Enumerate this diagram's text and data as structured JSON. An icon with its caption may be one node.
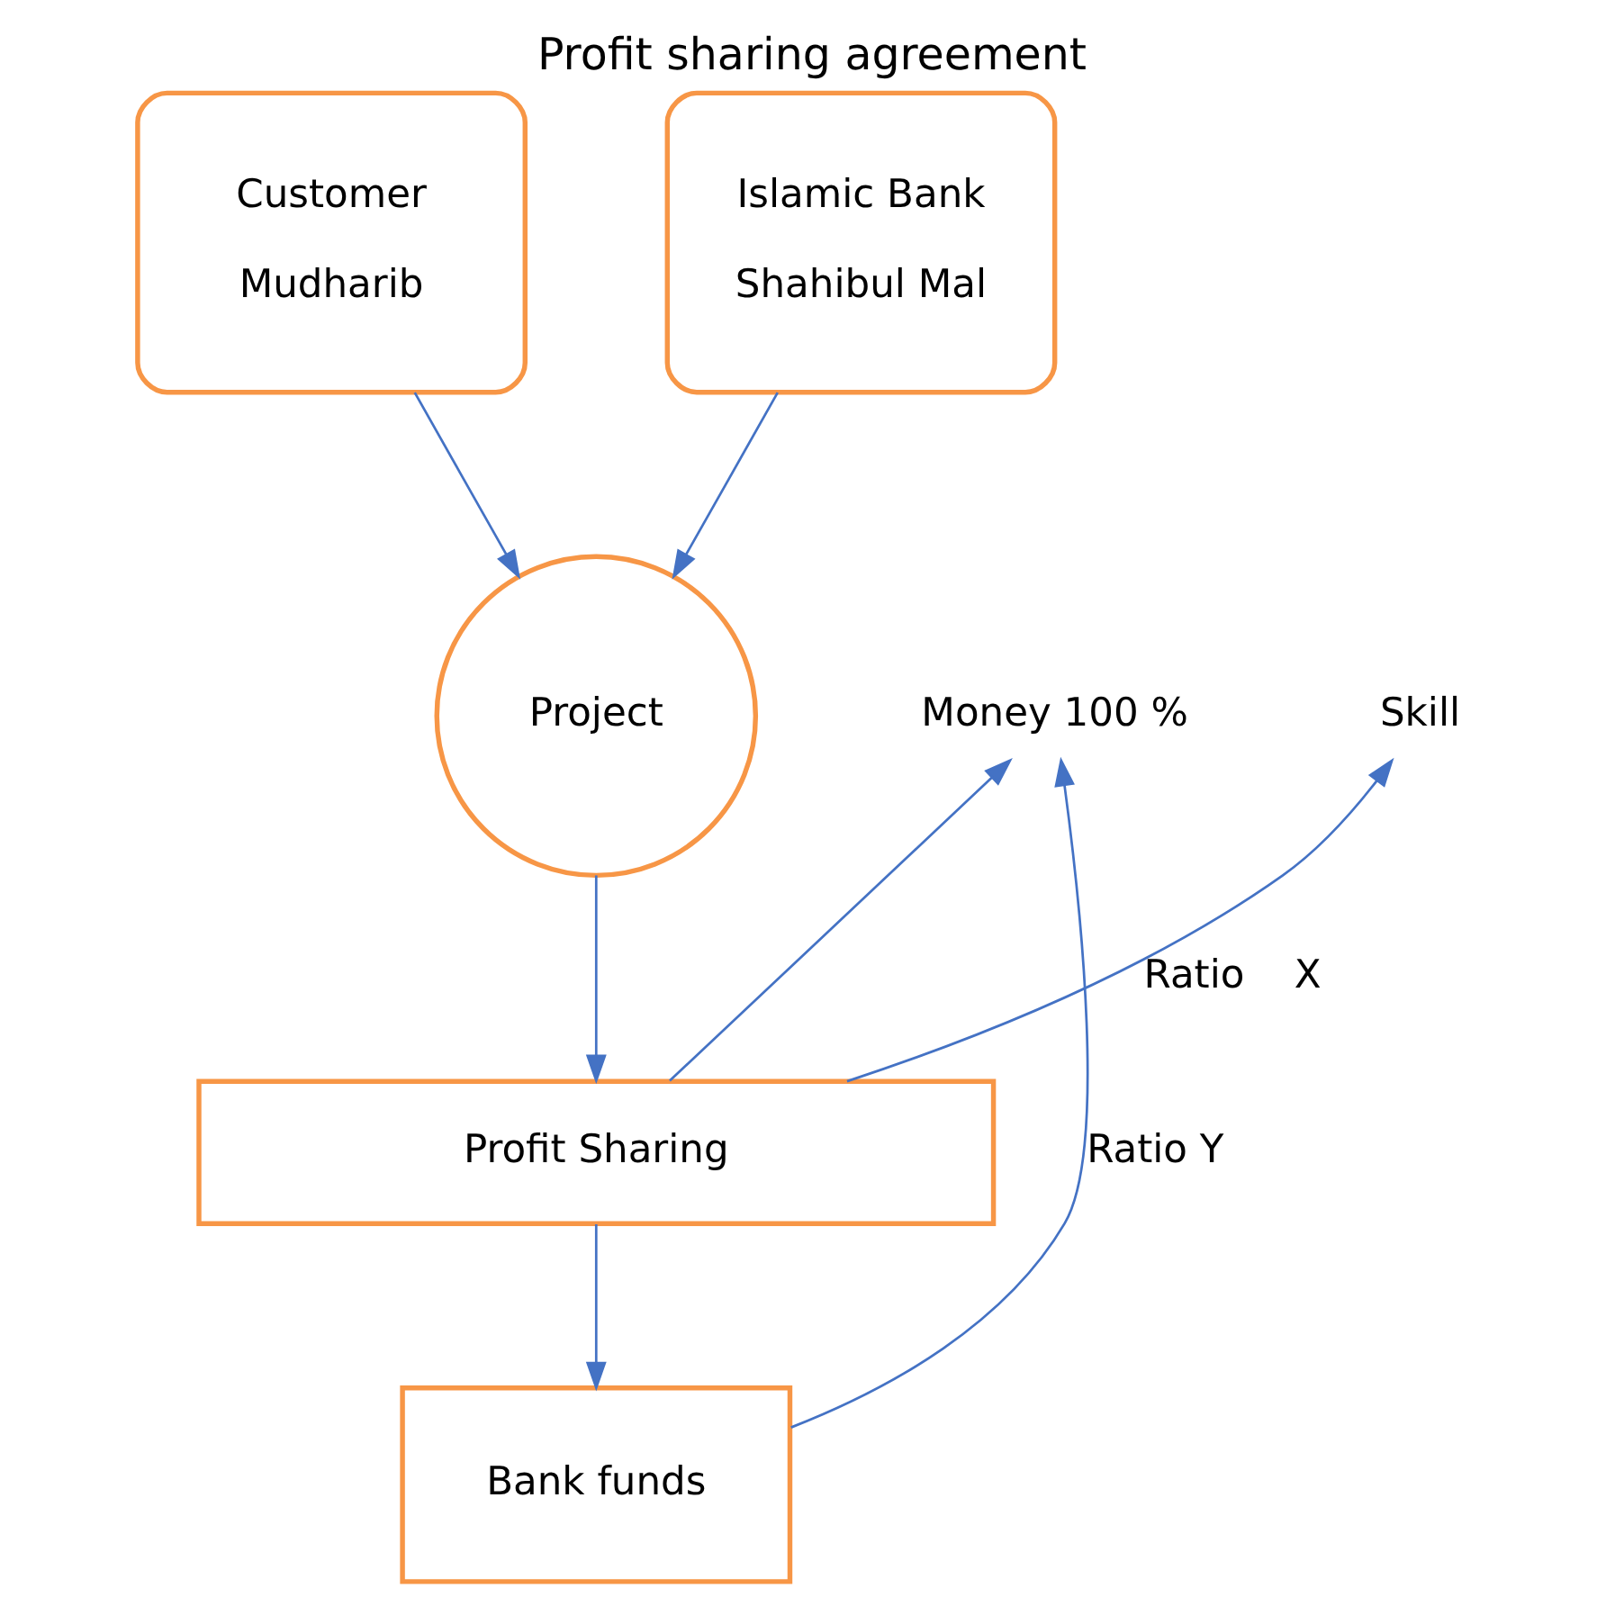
{
  "diagram": {
    "title": "Profit sharing agreement",
    "nodes": [
      {
        "text": [
          "Customer",
          "Mudharib"
        ]
      },
      {
        "text": [
          "Islamic Bank",
          "Shahibul Mal"
        ]
      },
      {
        "text": [
          "Skill"
        ]
      },
      {
        "text": [
          "Money 100 %"
        ]
      },
      {
        "text": [
          "Project"
        ]
      },
      {
        "text": [
          "Profit Sharing"
        ]
      },
      {
        "text": [
          "Bank funds"
        ]
      }
    ],
    "edges": [
      {
        "from": 0,
        "to": 4,
        "arrow": "to"
      },
      {
        "from": 1,
        "to": 4,
        "arrow": "to"
      },
      {
        "from": 4,
        "to": 5,
        "arrow": "to"
      },
      {
        "from": 5,
        "to": 6,
        "arrow": "to"
      },
      {
        "from": 5,
        "to": 2,
        "arrow": "to",
        "label": "Ratio    X"
      },
      {
        "from": 5,
        "to": 3,
        "arrow": "to"
      },
      {
        "from": 6,
        "to": 3,
        "arrow": "to",
        "label": "Ratio Y"
      }
    ]
  }
}
